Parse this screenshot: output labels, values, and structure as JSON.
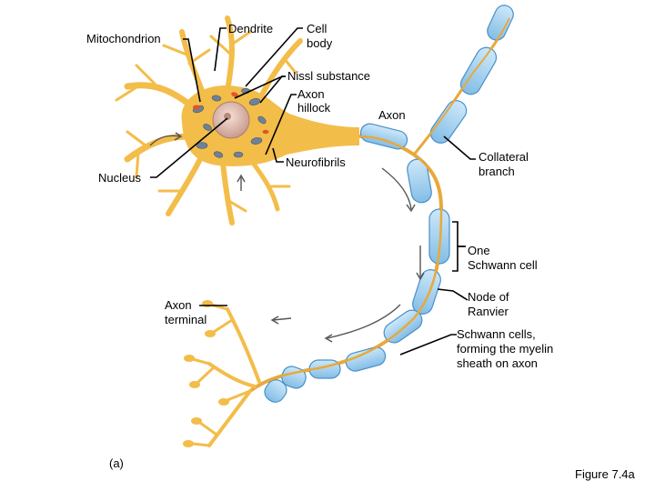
{
  "labels": {
    "mitochondrion": "Mitochondrion",
    "dendrite": "Dendrite",
    "cell_body": [
      "Cell",
      "body"
    ],
    "nissl": "Nissl substance",
    "axon_hillock": [
      "Axon",
      "hillock"
    ],
    "axon": "Axon",
    "neurofibrils": "Neurofibrils",
    "nucleus": "Nucleus",
    "collateral_branch": [
      "Collateral",
      "branch"
    ],
    "one_schwann_cell": [
      "One",
      "Schwann cell"
    ],
    "axon_terminal": [
      "Axon",
      "terminal"
    ],
    "node_of_ranvier": [
      "Node of",
      "Ranvier"
    ],
    "schwann_cells": [
      "Schwann cells,",
      "forming the myelin",
      "sheath on axon"
    ]
  },
  "panel_letter": "(a)",
  "figure_number": "Figure 7.4a",
  "colors": {
    "cell_body": "#f3bd4a",
    "axon_core": "#e8a93a",
    "myelin": "#9fcfef",
    "myelin_edge": "#4a90c8",
    "nucleus": "#e6c3b8",
    "nissl": "#6f8196",
    "mito": "#e0562a",
    "arrow": "#555555"
  }
}
